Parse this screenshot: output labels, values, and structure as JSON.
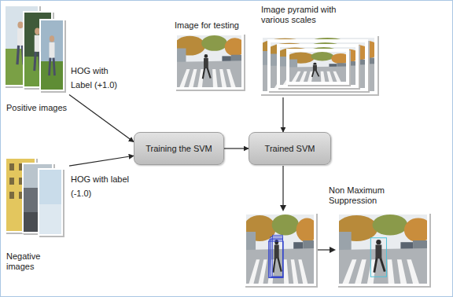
{
  "diagram": {
    "nodes": [
      {
        "text": [
          "Positive images"
        ]
      },
      {
        "text": [
          "Negative images"
        ]
      },
      {
        "text": [
          "Training the SVM"
        ]
      },
      {
        "text": [
          "Trained SVM"
        ]
      },
      {
        "text": [
          "Image for testing"
        ]
      },
      {
        "text": [
          "Image pyramid with various scales"
        ]
      }
    ],
    "edges": [
      {
        "from": 0,
        "to": 2,
        "arrow": "to",
        "label": "HOG with Label (+1.0)"
      },
      {
        "from": 1,
        "to": 2,
        "arrow": "to",
        "label": "HOG with label (-1.0)"
      },
      {
        "from": 2,
        "to": 3,
        "arrow": "to"
      },
      {
        "from": 5,
        "to": 3,
        "arrow": "to"
      }
    ],
    "labels": [
      "Non Maximum Suppression"
    ]
  }
}
